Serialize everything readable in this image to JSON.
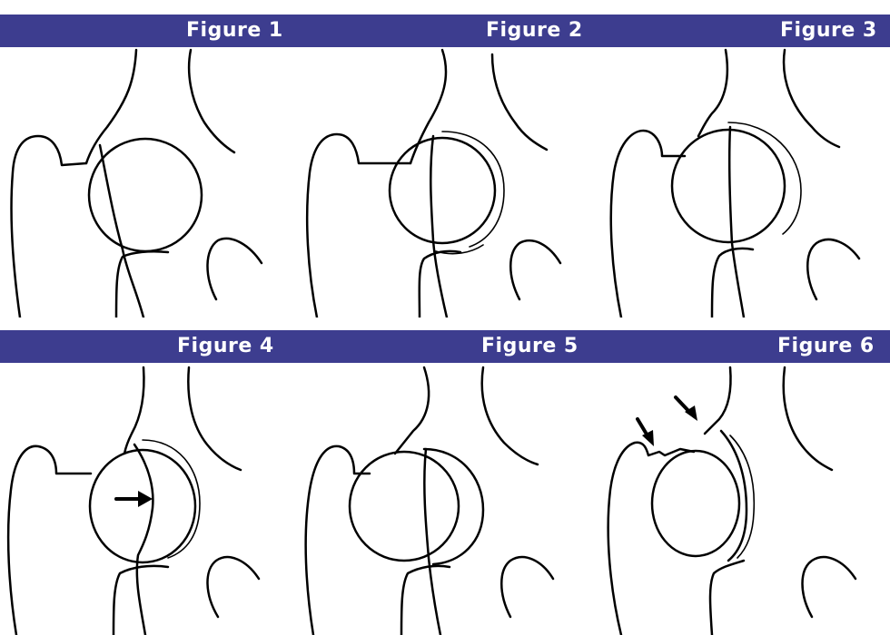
{
  "figures": [
    {
      "label": "Figure 1"
    },
    {
      "label": "Figure 2"
    },
    {
      "label": "Figure 3"
    },
    {
      "label": "Figure 4"
    },
    {
      "label": "Figure 5"
    },
    {
      "label": "Figure 6"
    }
  ],
  "colors": {
    "header_bar": "#3d3d8f",
    "header_text": "#ffffff",
    "line": "#000000",
    "background": "#ffffff"
  }
}
